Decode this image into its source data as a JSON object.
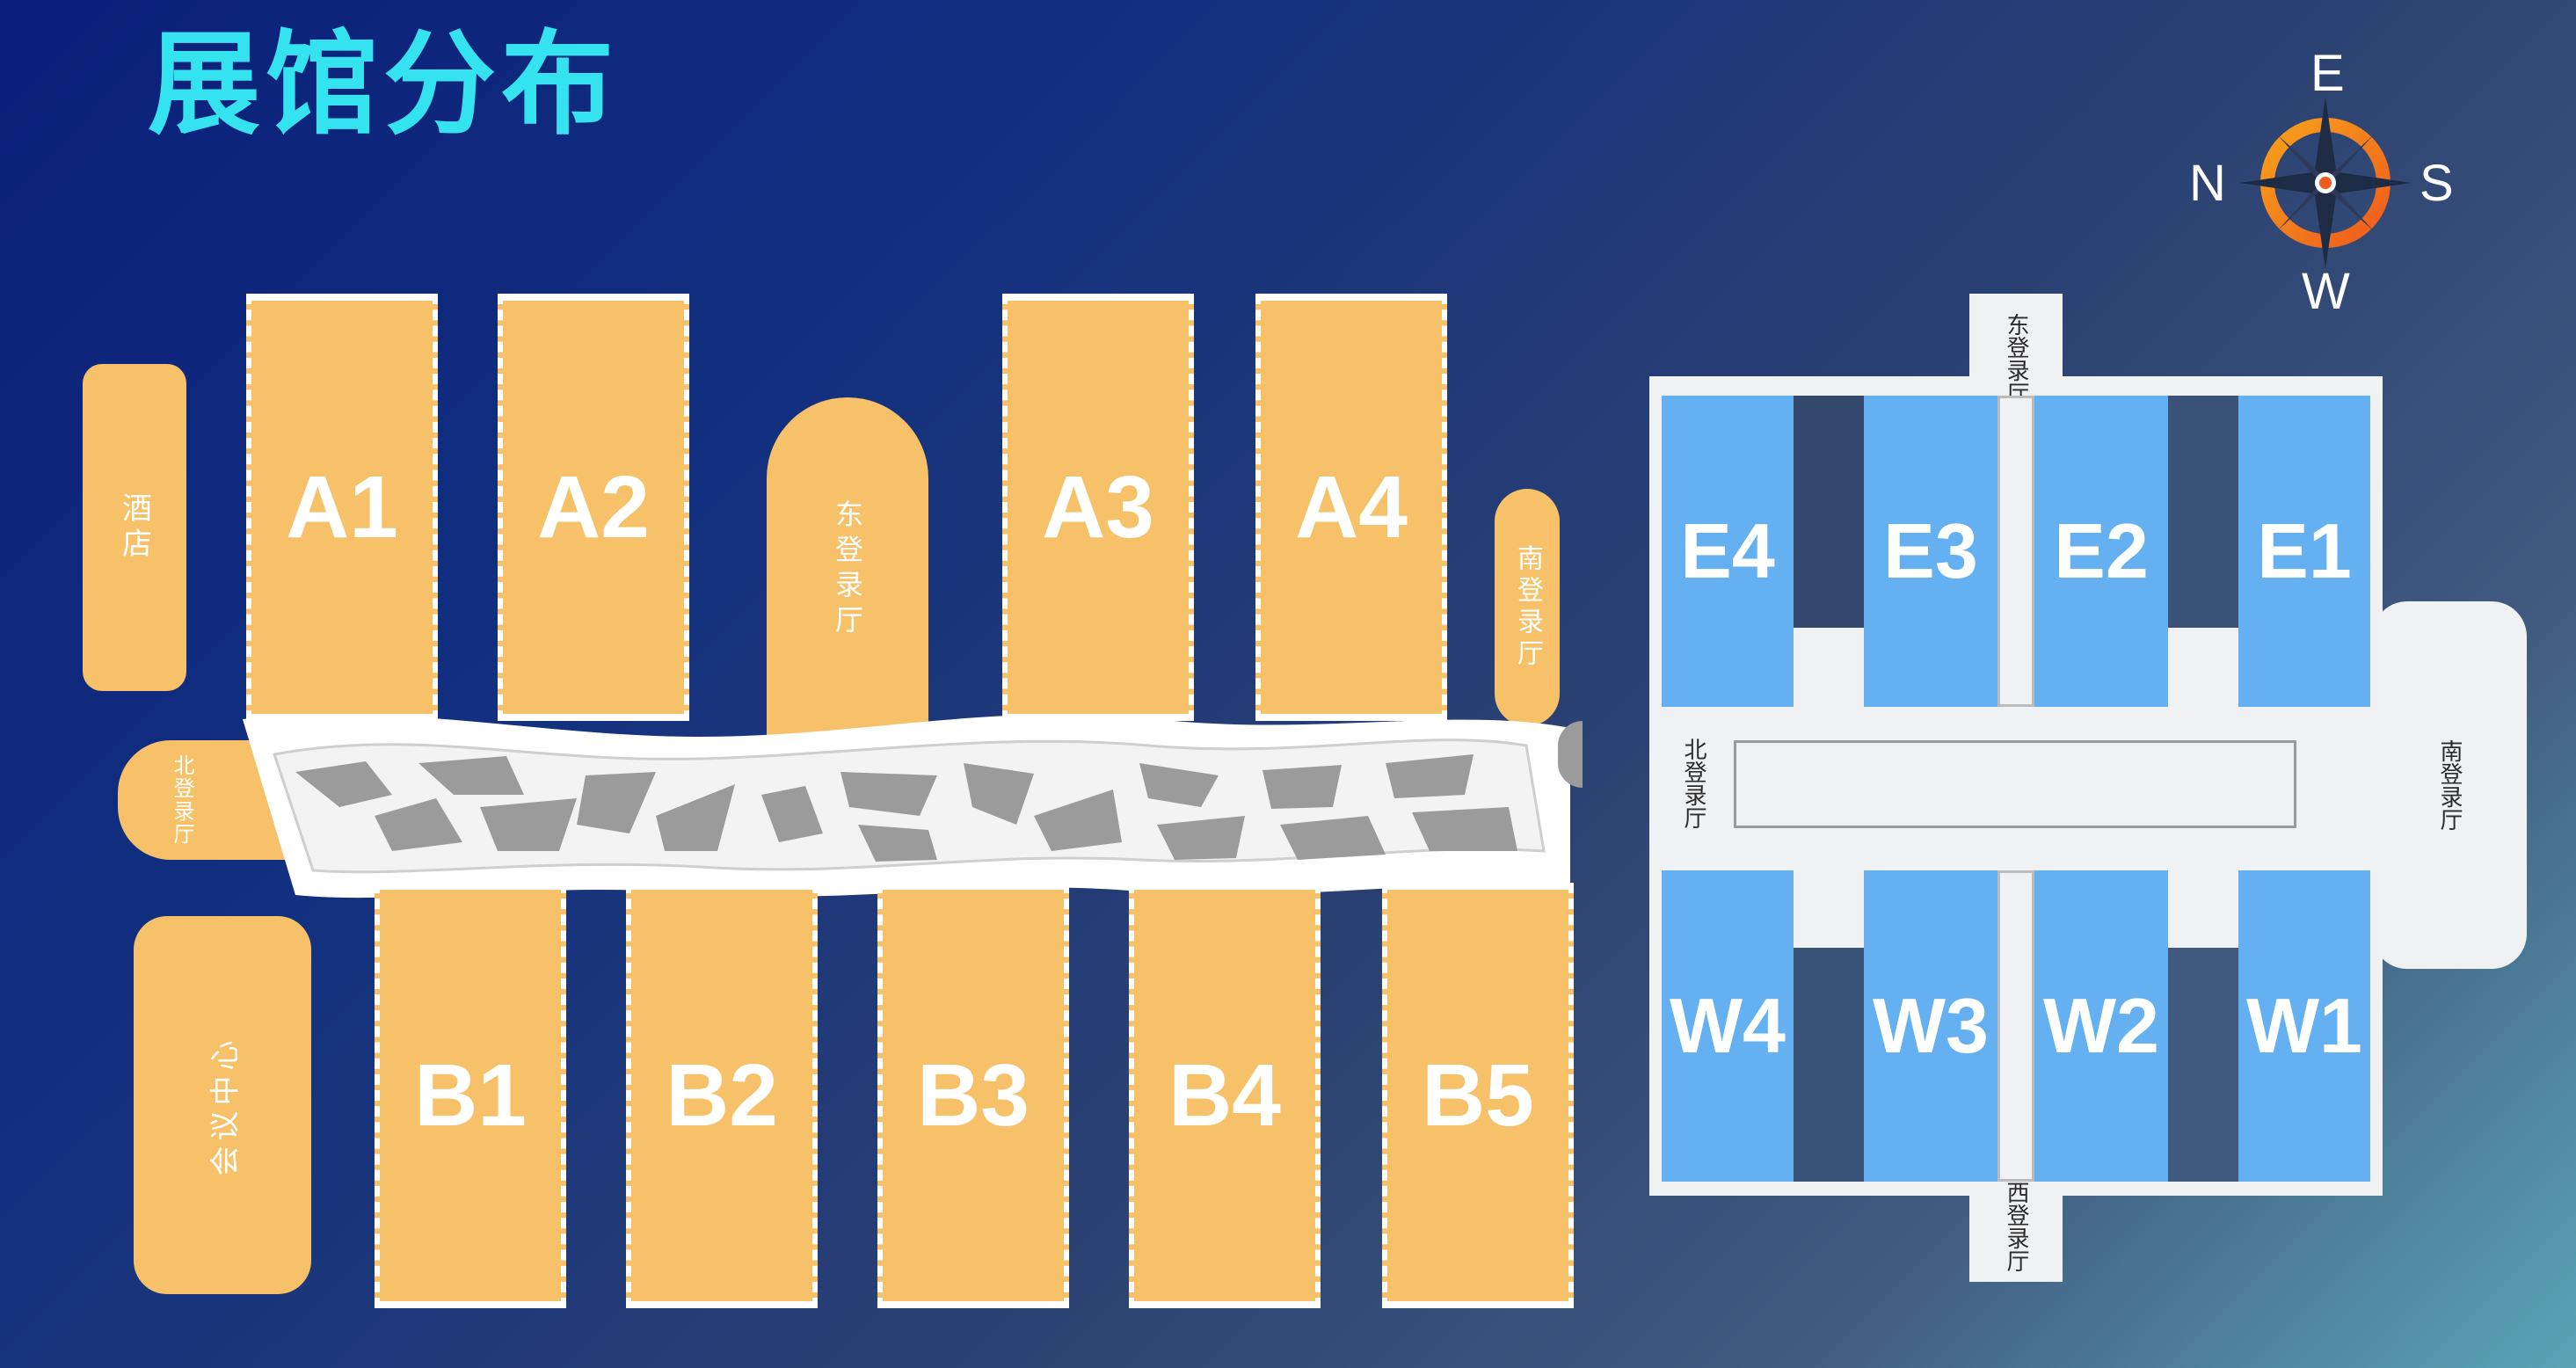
{
  "title": "展馆分布",
  "compass": {
    "top": "E",
    "left": "N",
    "right": "S",
    "bottom": "W"
  },
  "left_complex": {
    "halls_top": [
      "A1",
      "A2",
      "A3",
      "A4"
    ],
    "halls_bottom": [
      "B1",
      "B2",
      "B3",
      "B4",
      "B5"
    ],
    "hotel": "酒店",
    "east_lobby": "东登录厅",
    "south_lobby": "南登录厅",
    "north_lobby": "北登录厅",
    "conference_center": "会议中心"
  },
  "right_complex": {
    "halls_top": [
      "E4",
      "E3",
      "E2",
      "E1"
    ],
    "halls_bottom": [
      "W4",
      "W3",
      "W2",
      "W1"
    ],
    "east_lobby": "东登录厅",
    "west_lobby": "西登录厅",
    "north_lobby": "北登录厅",
    "south_lobby": "南登录厅"
  },
  "colors": {
    "title": "#35e3f0",
    "left_hall": "#f6c168",
    "right_hall": "#64b0f1",
    "corridor": "#f0f1f3",
    "connector_pattern": "#9b9b9b"
  }
}
